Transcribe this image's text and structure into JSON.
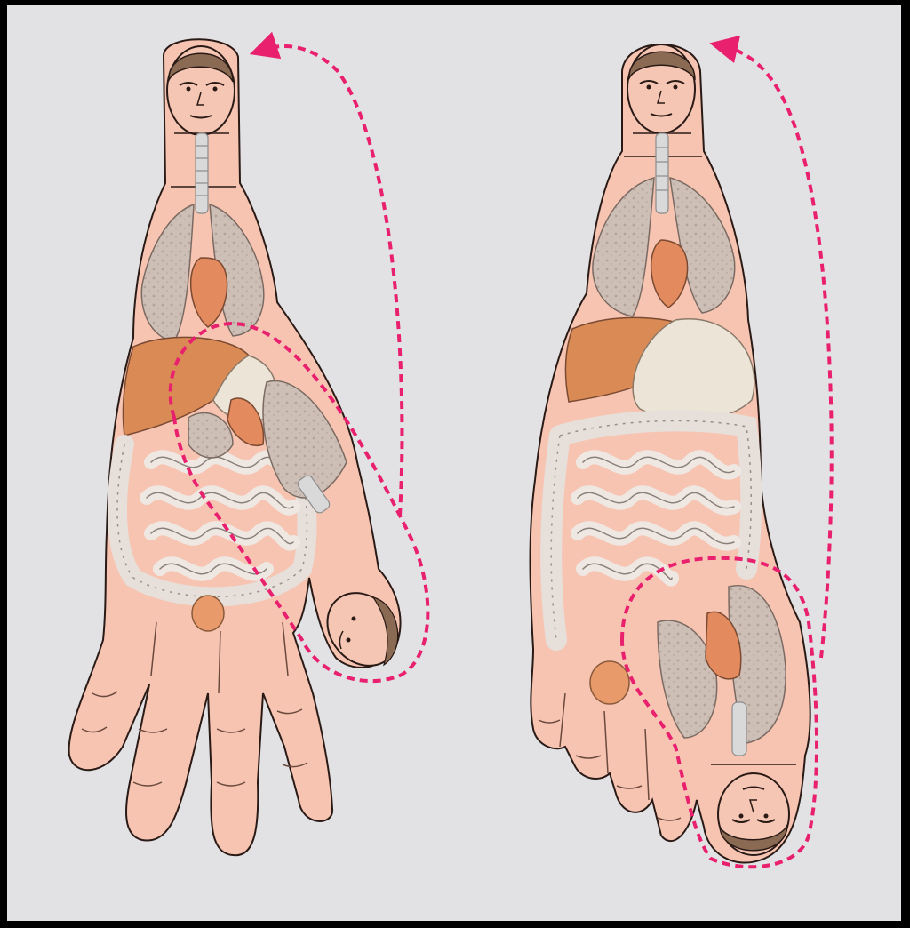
{
  "figure": {
    "panels": [
      {
        "name": "hand",
        "organs": [
          "head",
          "neck",
          "lungs",
          "heart",
          "liver",
          "stomach",
          "small-intestine",
          "large-intestine",
          "bladder"
        ],
        "mirrored_figure": "head-and-thorax-on-thumb"
      },
      {
        "name": "foot",
        "organs": [
          "head",
          "neck",
          "lungs",
          "heart",
          "liver",
          "stomach",
          "small-intestine",
          "large-intestine",
          "bladder"
        ],
        "mirrored_figure": "head-and-thorax-on-big-toe"
      }
    ],
    "colors": {
      "frame": "#000000",
      "background": "#e2e2e4",
      "skin": "#f7c4b2",
      "outline": "#2a1a16",
      "lung": "#cdbfb6",
      "liver": "#d98a55",
      "intestine": "#efe7e2",
      "stomach": "#ece4d6",
      "bladder": "#e89a6a",
      "arrow": "#e8206e"
    }
  }
}
